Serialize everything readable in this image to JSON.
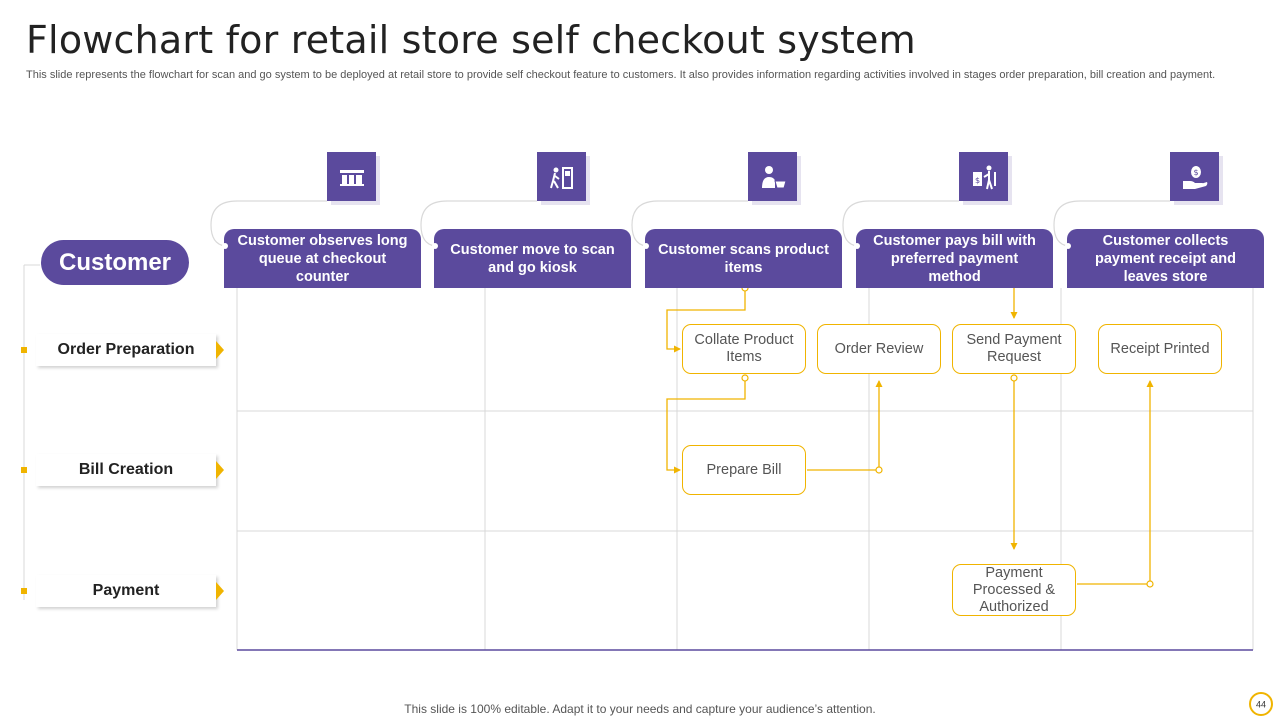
{
  "header": {
    "title": "Flowchart for retail store self checkout system",
    "subtitle": "This slide represents the flowchart for scan and go system to be deployed at retail store to provide self checkout feature to customers. It also provides information regarding activities involved in stages order preparation, bill creation and payment."
  },
  "swimlane": {
    "actor": "Customer",
    "stages": [
      {
        "label": "Customer observes long queue at checkout counter",
        "icon": "checkout-counter-icon"
      },
      {
        "label": "Customer move to scan and go kiosk",
        "icon": "kiosk-icon"
      },
      {
        "label": "Customer scans product items",
        "icon": "shopper-basket-icon"
      },
      {
        "label": "Customer pays bill with preferred payment method",
        "icon": "payment-terminal-icon"
      },
      {
        "label": "Customer collects payment receipt and leaves store",
        "icon": "hand-money-icon"
      }
    ],
    "rows": [
      "Order Preparation",
      "Bill Creation",
      "Payment"
    ]
  },
  "process_boxes": {
    "collate": "Collate Product Items",
    "order_review": "Order Review",
    "send_payment": "Send Payment Request",
    "receipt": "Receipt Printed",
    "prepare_bill": "Prepare Bill",
    "payment_processed": "Payment Processed & Authorized"
  },
  "footer": {
    "note": "This slide is 100% editable. Adapt it to your needs and capture your audience’s attention.",
    "page_number": "44"
  },
  "colors": {
    "primary": "#5b4a9d",
    "accent": "#f0b400",
    "grid": "#d9d9d9"
  }
}
